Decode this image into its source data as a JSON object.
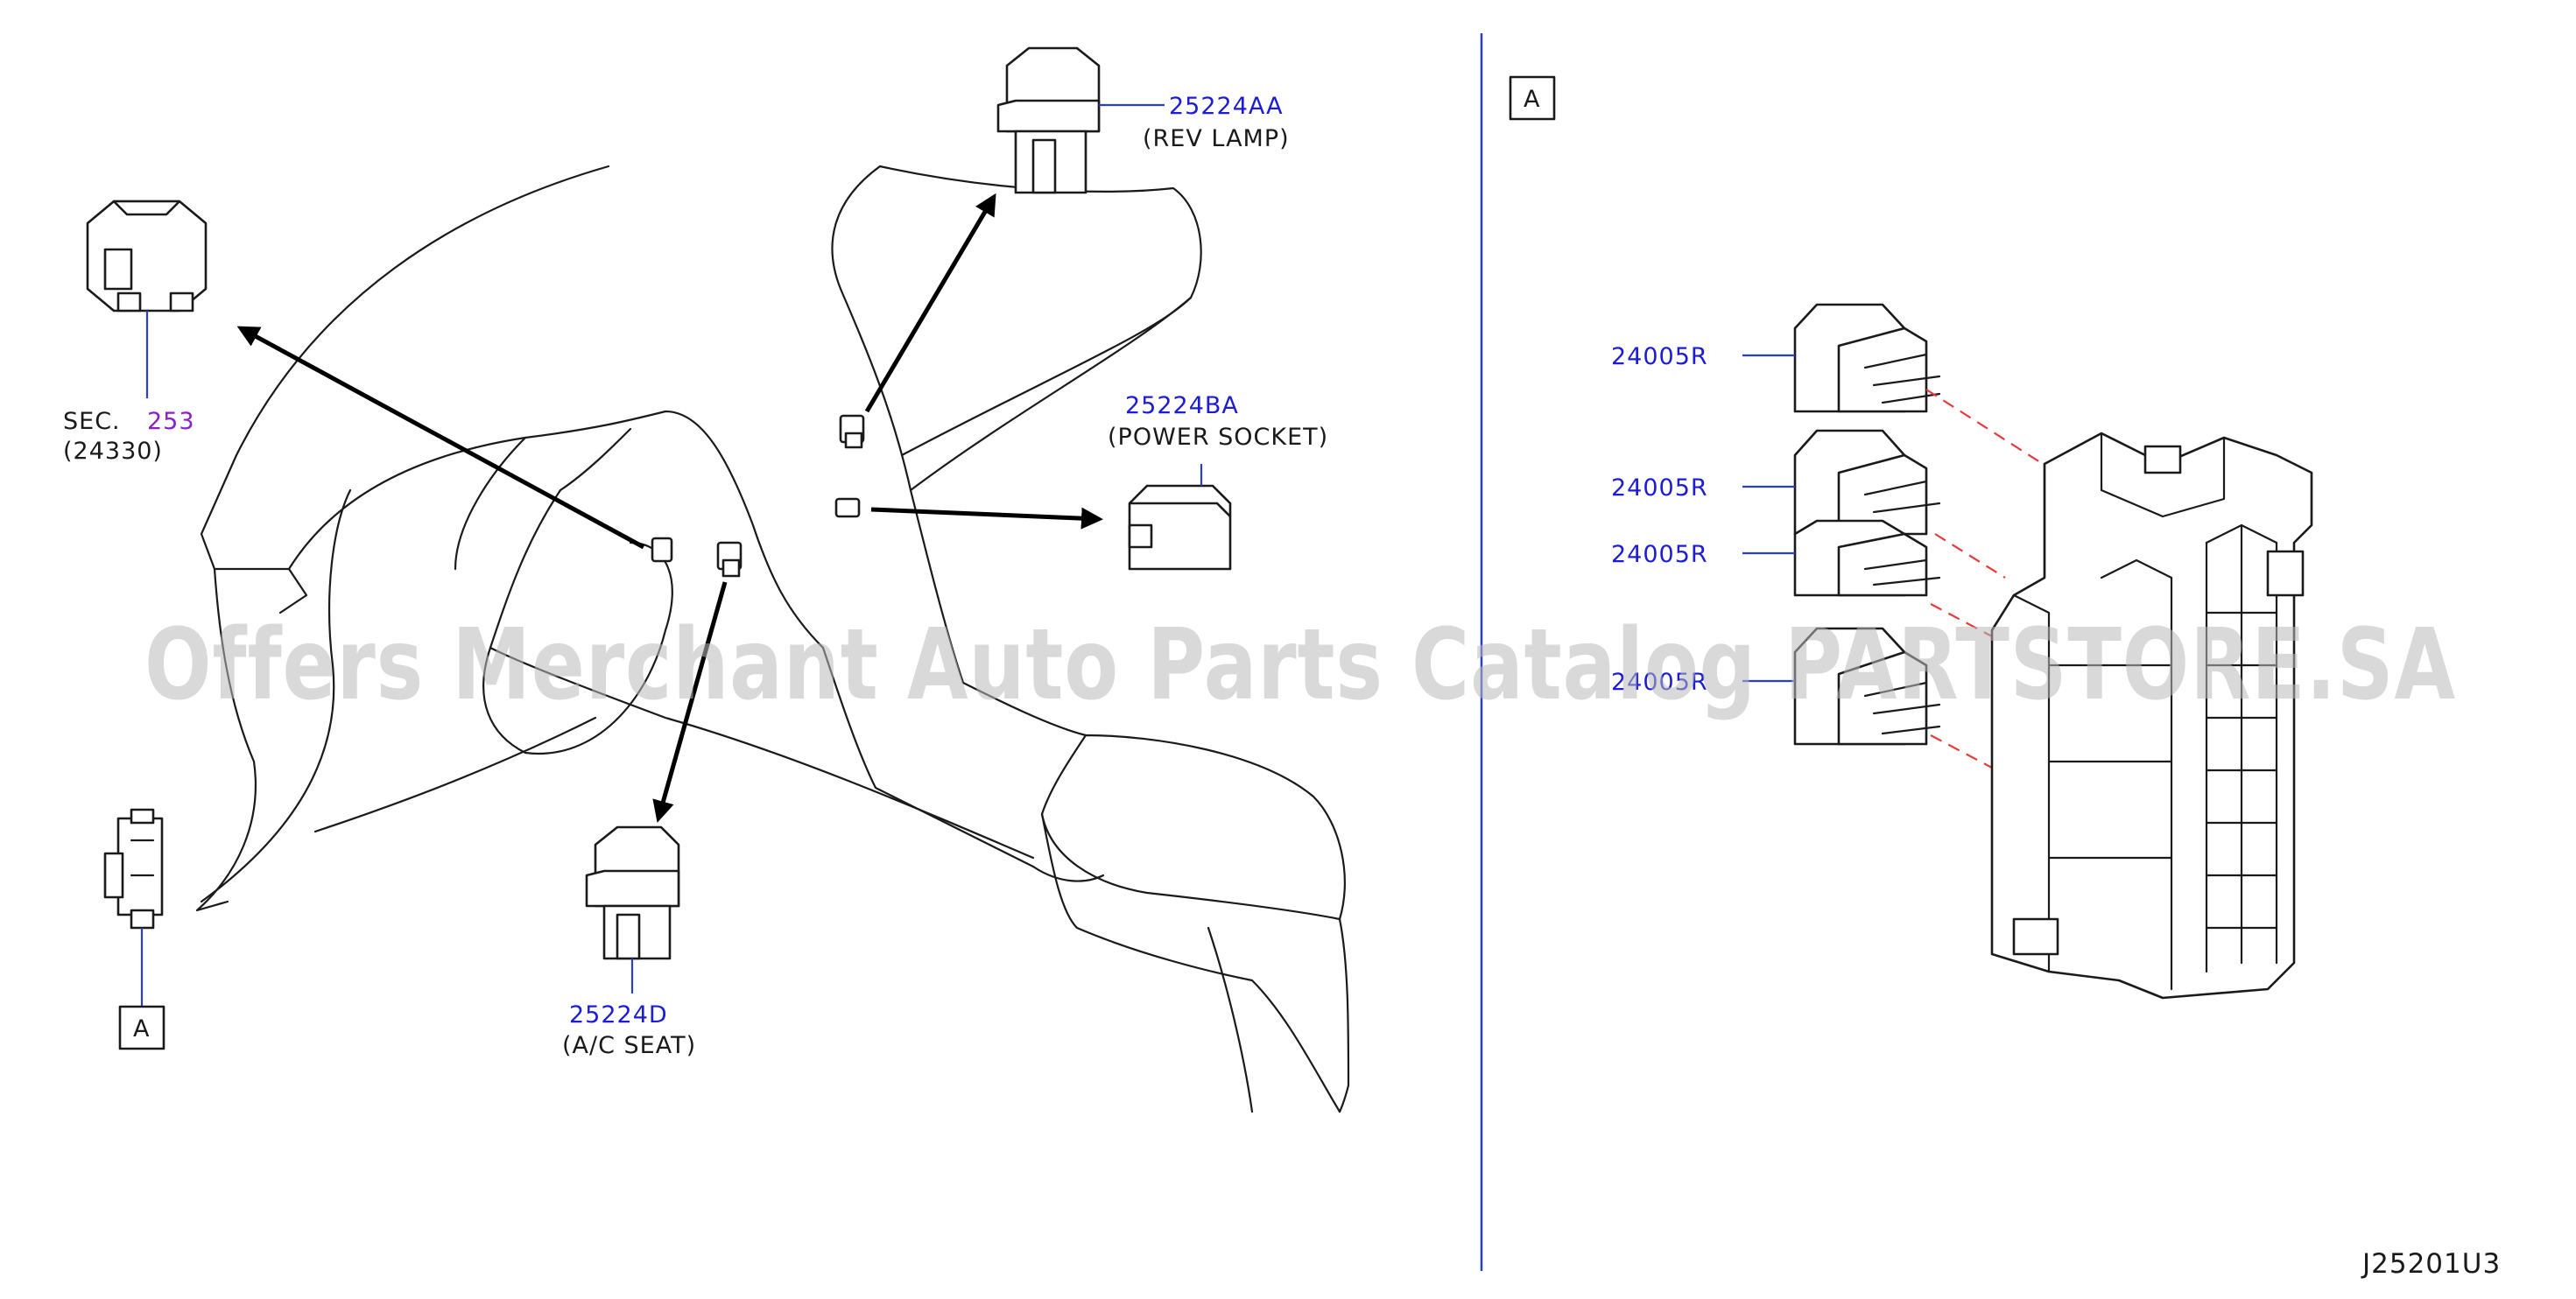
{
  "labels": {
    "sec": "SEC.",
    "sec_num": "253",
    "sec_sub": "(24330)",
    "rev_pn": "25224AA",
    "rev_name": "(REV   LAMP)",
    "power_pn": "25224BA",
    "power_name": "(POWER   SOCKET)",
    "ac_pn": "25224D",
    "ac_name": "(A/C   SEAT)",
    "ref_left": "A",
    "ref_right": "A",
    "relay_1": "24005R",
    "relay_2": "24005R",
    "relay_3": "24005R",
    "relay_4": "24005R",
    "diagram_code": "J25201U3"
  },
  "watermark": "Offers Merchant Auto Parts Catalog PARTSTORE.SA",
  "colors": {
    "part_number": "#1c1cd6",
    "section_ref": "#8a1fc9",
    "leader": "#2b3fc6",
    "dash": "#e53a3a"
  }
}
